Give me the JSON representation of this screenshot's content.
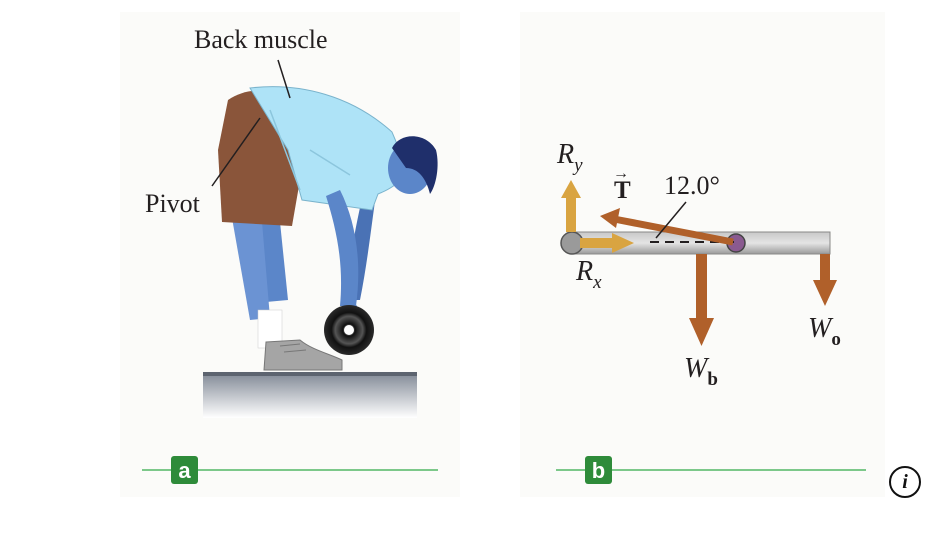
{
  "panel_a": {
    "label_back_muscle": "Back muscle",
    "label_pivot": "Pivot",
    "badge": "a"
  },
  "panel_b": {
    "label_R": "R",
    "label_y_sub": "y",
    "label_x_sub": "x",
    "label_T": "T",
    "label_T_arrow": "→",
    "label_angle": "12.0°",
    "label_W": "W",
    "label_b_sub": "b",
    "label_o_sub": "o",
    "badge": "b"
  },
  "info_button": {
    "glyph": "i"
  },
  "colors": {
    "badge_green": "#2e8b3a",
    "rule_green": "#7cc88a",
    "panel_bg": "#fbfbf9",
    "force_arrow": "#b0602a",
    "reaction_arrow": "#d9a441",
    "beam": "#a9a9a9",
    "shirt": "#aee3f7",
    "skin": "#5b86c9",
    "shorts": "#8a553a",
    "floor": "#6d7480"
  }
}
